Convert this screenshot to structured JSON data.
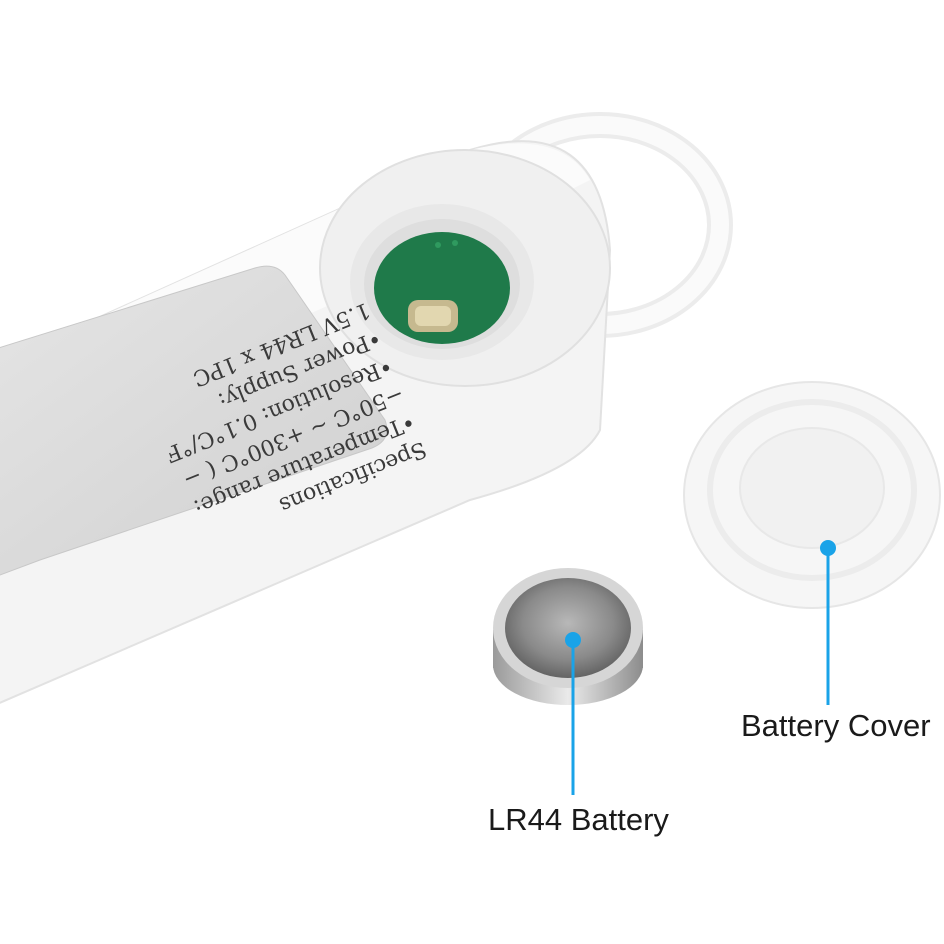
{
  "label_text": {
    "heading": "Specifications",
    "lines": [
      "•Temperature range:",
      "−50°C ~ +300°C  ( −",
      "•Resolution: 0.1°C/°F",
      "•Power Supply:",
      "1.5V LR44 x 1PC"
    ]
  },
  "callouts": {
    "battery": "LR44 Battery",
    "cover": "Battery Cover"
  },
  "colors": {
    "accent": "#1aa3e8",
    "pcb": "#1f7a4a",
    "device": "#f7f7f7",
    "label_bg": "#d9d9d9"
  }
}
